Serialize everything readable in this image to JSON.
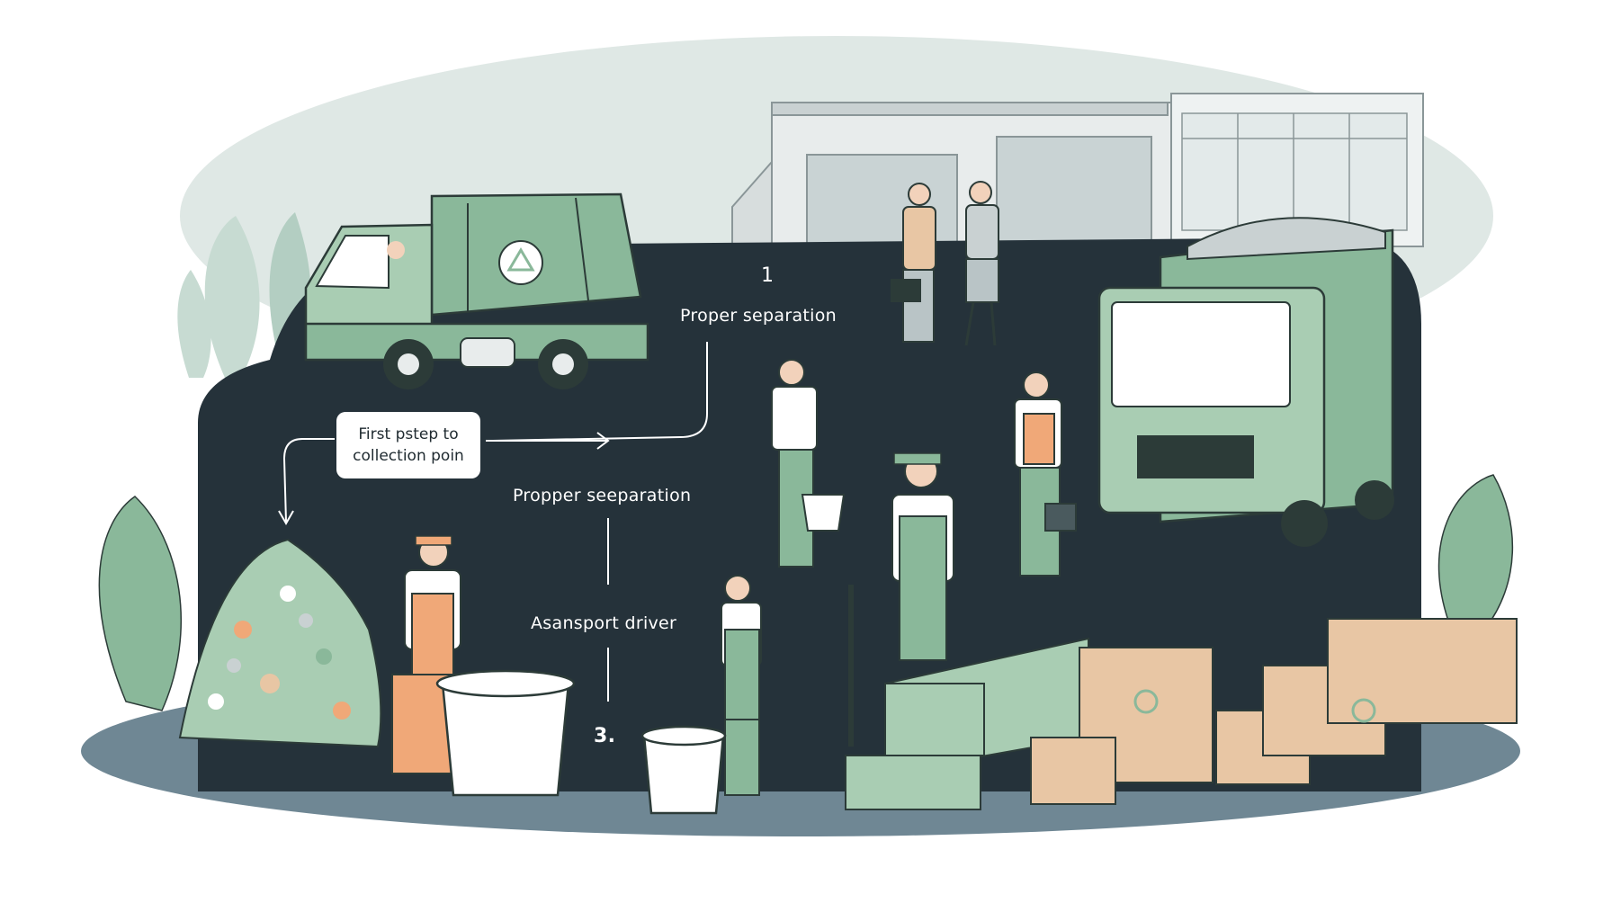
{
  "labels": {
    "step_number_1": "1",
    "step_1_title": "Proper separation",
    "callout_line_1": "First pstep to",
    "callout_line_2": "collection poin",
    "step_2_title": "Propper seeparation",
    "step_3_title": "Asansport driver",
    "step_number_3": "3."
  },
  "colors": {
    "dark_panel": "#25323a",
    "sage_green": "#8ab89a",
    "light_green": "#a9cdb3",
    "orange_overalls": "#f0a878",
    "cardboard": "#e8c6a4",
    "building_gray": "#e8ecec",
    "sky_wash": "#dfe8e5",
    "ground": "#6f8794"
  },
  "icons": {
    "truck_emblem": "recycle-icon",
    "box_emblem": "recycle-icon"
  }
}
